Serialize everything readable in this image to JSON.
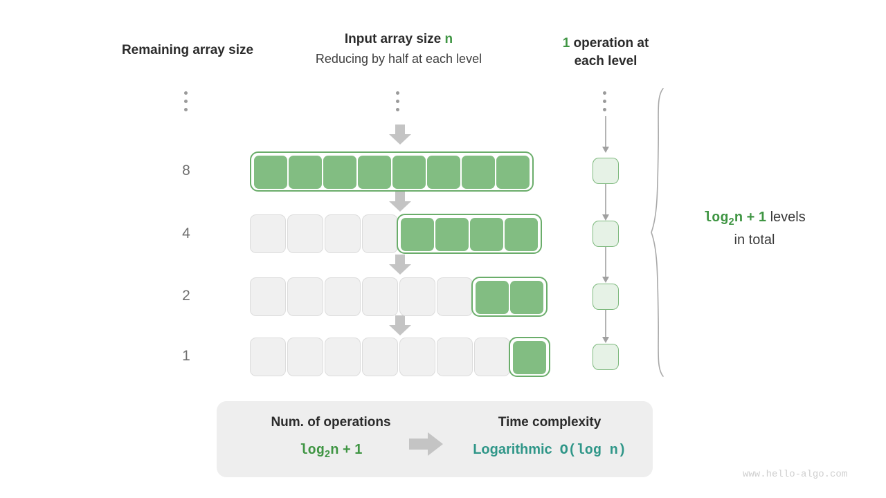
{
  "headers": {
    "left": "Remaining array size",
    "middle_line1_prefix": "Input array size ",
    "middle_line1_var": "n",
    "middle_line2": "Reducing by half at each level",
    "right_count": "1",
    "right_line1_rest": " operation at",
    "right_line2": "each level"
  },
  "accent": {
    "green": "#3f9543",
    "cell_green": "#82bd82",
    "frame_green": "#6aad6a",
    "op_fill": "#e6f2e6",
    "teal": "#2f9688",
    "grey_arrow": "#c4c4c4",
    "cell_off": "#f0f0f0",
    "panel_grey": "#eeeeee"
  },
  "ellipsis": {
    "label": "vertical-ellipsis",
    "dot_count": 3
  },
  "levels": [
    {
      "size_label": "8",
      "total_cells": 8,
      "active_from": 0,
      "active_count": 8
    },
    {
      "size_label": "4",
      "total_cells": 8,
      "active_from": 4,
      "active_count": 4
    },
    {
      "size_label": "2",
      "total_cells": 8,
      "active_from": 6,
      "active_count": 2
    },
    {
      "size_label": "1",
      "total_cells": 8,
      "active_from": 7,
      "active_count": 1
    }
  ],
  "operations_column": {
    "box_count": 4,
    "box_label": "operation-box"
  },
  "brace_caption": {
    "log_mono": "log",
    "log_sub": "2",
    "formula_rest": "n + 1",
    "suffix": " levels",
    "line2": "in total"
  },
  "summary": {
    "left_title": "Num. of operations",
    "left_log_mono": "log",
    "left_log_sub": "2",
    "left_formula_rest": "n + 1",
    "arrow": "right-block-arrow",
    "right_title": "Time complexity",
    "right_value_word": "Logarithmic",
    "right_value_mono": "O(log n)"
  },
  "watermark": "www.hello-algo.com"
}
